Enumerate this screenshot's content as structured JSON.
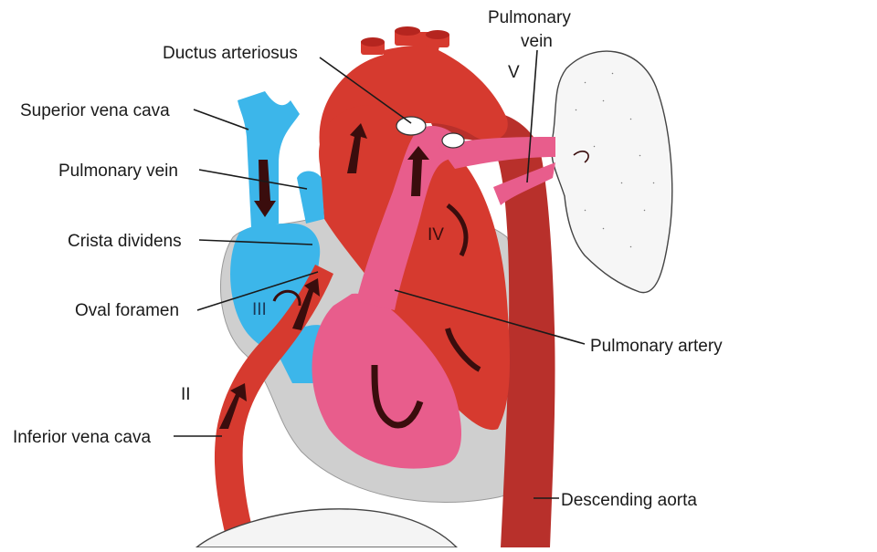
{
  "labels": {
    "ductus_arteriosus": "Ductus arteriosus",
    "superior_vena_cava": "Superior vena cava",
    "pulmonary_vein_left": "Pulmonary vein",
    "crista_dividens": "Crista dividens",
    "oval_foramen": "Oval foramen",
    "inferior_vena_cava": "Inferior vena cava",
    "pulmonary_vein_top_line1": "Pulmonary",
    "pulmonary_vein_top_line2": "vein",
    "pulmonary_artery": "Pulmonary artery",
    "descending_aorta": "Descending aorta"
  },
  "roman_numerals": {
    "ii": "II",
    "iii": "III",
    "iv": "IV",
    "v": "V"
  },
  "colors": {
    "aorta_red": "#d63a2f",
    "dark_red": "#b5251f",
    "descending_aorta": "#b8302b",
    "venous_blue": "#3cb6ea",
    "pulmonary_pink": "#e85d8c",
    "pericardium_gray": "#cfcfcf",
    "lung_fill": "#f6f6f6"
  }
}
